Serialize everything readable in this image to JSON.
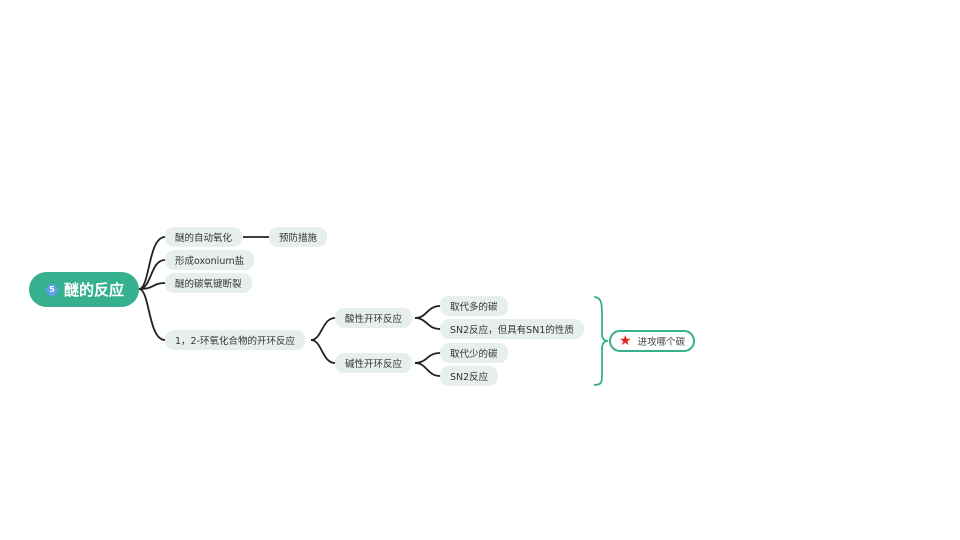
{
  "root": {
    "badge": "5",
    "label": "醚的反应"
  },
  "branches": {
    "autoxidation": "醚的自动氧化",
    "prevention": "预防措施",
    "oxonium": "形成oxonium盐",
    "cleavage": "醚的碳氧键断裂",
    "epoxide": "1，2-环氧化合物的开环反应",
    "acidic": "酸性开环反应",
    "basic": "碱性开环反应",
    "acid_more": "取代多的碳",
    "acid_sn2": "SN2反应，但具有SN1的性质",
    "base_less": "取代少的碳",
    "base_sn2": "SN2反应"
  },
  "summary": {
    "icon": "star-icon",
    "label": "进攻哪个碳"
  },
  "colors": {
    "root": "#36b08e",
    "node": "#e6efec",
    "line": "#222222",
    "star": "#e0231c",
    "badge": "#5fa0ea"
  }
}
